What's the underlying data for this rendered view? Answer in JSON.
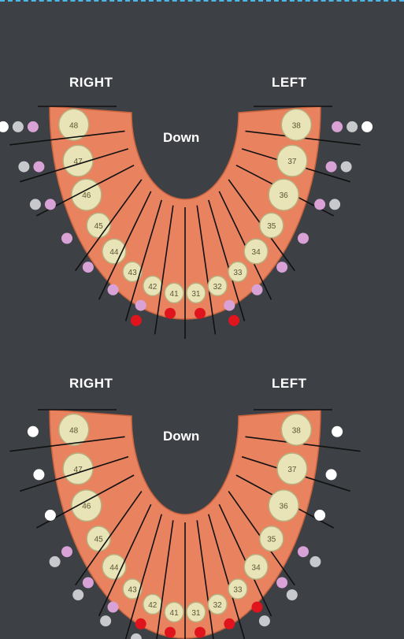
{
  "colors": {
    "background": "#3d4044",
    "gum": "#e8825f",
    "gum_light": "#f3a27e",
    "tooth": "#e9e4b8",
    "tooth_edge": "#b9ad7d",
    "line": "#111111",
    "dot_white": "#ffffff",
    "dot_grey": "#c7c9cc",
    "dot_pink": "#d8a2d6",
    "dot_red": "#e0141c"
  },
  "charts": [
    {
      "right_label": "RIGHT",
      "left_label": "LEFT",
      "center_label": "Down",
      "teeth": [
        "48",
        "47",
        "46",
        "45",
        "44",
        "43",
        "42",
        "41",
        "31",
        "32",
        "33",
        "34",
        "35",
        "36",
        "37",
        "38"
      ],
      "dot_groups": [
        [
          "white",
          "grey",
          "pink"
        ],
        [
          "grey",
          "pink"
        ],
        [
          "grey",
          "pink"
        ],
        [
          "pink"
        ],
        [
          "pink"
        ],
        [
          "pink"
        ],
        [
          "pink",
          "red"
        ],
        [
          "red"
        ],
        [
          "red"
        ],
        [
          "pink",
          "red"
        ],
        [
          "pink"
        ],
        [
          "pink"
        ],
        [
          "pink"
        ],
        [
          "pink",
          "grey"
        ],
        [
          "pink",
          "grey"
        ],
        [
          "pink",
          "grey",
          "white"
        ]
      ]
    },
    {
      "right_label": "RIGHT",
      "left_label": "LEFT",
      "center_label": "Down",
      "teeth": [
        "48",
        "47",
        "46",
        "45",
        "44",
        "43",
        "42",
        "41",
        "31",
        "32",
        "33",
        "34",
        "35",
        "36",
        "37",
        "38"
      ],
      "dot_groups": [
        [
          "white"
        ],
        [
          "white"
        ],
        [
          "white"
        ],
        [
          "pink",
          "grey"
        ],
        [
          "pink",
          "grey"
        ],
        [
          "pink",
          "grey"
        ],
        [
          "red",
          "grey"
        ],
        [
          "red"
        ],
        [
          "red"
        ],
        [
          "red"
        ],
        [
          "red",
          "grey"
        ],
        [
          "pink",
          "grey"
        ],
        [
          "pink",
          "grey"
        ],
        [
          "white"
        ],
        [
          "white"
        ],
        [
          "white"
        ]
      ]
    }
  ]
}
